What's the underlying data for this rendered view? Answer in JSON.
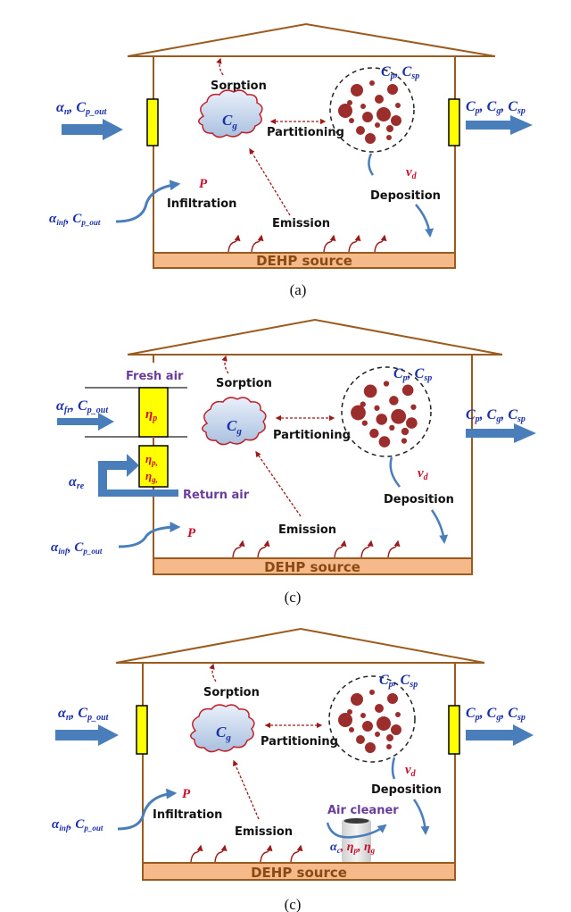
{
  "title": "DEHP indoor fate and transport model schematics",
  "colors": {
    "house_outline": "#9a5b1e",
    "source_fill": "#f5b98a",
    "filter_fill": "#ffff00",
    "airflow_arrow": "#4a7ebb",
    "particle": "#9b2d2d",
    "cloud_stroke": "#c0202a",
    "cloud_fill": "#c9d9ee",
    "symbol_blue": "#1a2fa8",
    "symbol_red": "#c8102e",
    "label_purple": "#6a3d9a"
  },
  "panels": [
    {
      "id": "a",
      "caption": "(a)",
      "inlet_label": {
        "alpha": "α",
        "alpha_sub": "n",
        "c": "C",
        "c_sub": "p_out"
      },
      "outlet_label": "Cp, Cg, Csp",
      "infiltration_label": {
        "alpha": "α",
        "alpha_sub": "inf",
        "c": "C",
        "c_sub": "p_out"
      },
      "labels": {
        "sorption": "Sorption",
        "partitioning": "Partitioning",
        "emission": "Emission",
        "deposition": "Deposition",
        "infiltration": "Infiltration",
        "penetration": "P",
        "gas": "Cg",
        "particle": "Cp, Csp",
        "deposition_velocity": "vd",
        "source": "DEHP source"
      }
    },
    {
      "id": "b",
      "caption": "(c)",
      "inlet_label": {
        "alpha": "α",
        "alpha_sub": "fr",
        "c": "C",
        "c_sub": "p_out"
      },
      "recirc_label": {
        "alpha": "α",
        "alpha_sub": "re"
      },
      "outlet_label": "Cp, Cg, Csp",
      "infiltration_label": {
        "alpha": "α",
        "alpha_sub": "inf",
        "c": "C",
        "c_sub": "p_out"
      },
      "labels": {
        "fresh_air": "Fresh air",
        "return_air": "Return air",
        "fresh_filter": "ηp",
        "return_filter_1": "ηp,",
        "return_filter_2": "ηg,",
        "sorption": "Sorption",
        "partitioning": "Partitioning",
        "emission": "Emission",
        "deposition": "Deposition",
        "penetration": "P",
        "gas": "Cg",
        "particle": "Cp, Csp",
        "deposition_velocity": "vd",
        "source": "DEHP source"
      }
    },
    {
      "id": "c",
      "caption": "(c)",
      "inlet_label": {
        "alpha": "α",
        "alpha_sub": "n",
        "c": "C",
        "c_sub": "p_out"
      },
      "outlet_label": "Cp, Cg, Csp",
      "infiltration_label": {
        "alpha": "α",
        "alpha_sub": "inf",
        "c": "C",
        "c_sub": "p_out"
      },
      "labels": {
        "sorption": "Sorption",
        "partitioning": "Partitioning",
        "emission": "Emission",
        "deposition": "Deposition",
        "infiltration": "Infiltration",
        "penetration": "P",
        "gas": "Cg",
        "particle": "Cp, Csp",
        "deposition_velocity": "vd",
        "air_cleaner": "Air cleaner",
        "cleaner_params": {
          "alpha": "α",
          "alpha_sub": "c",
          "eta_p": "η",
          "eta_p_sub": "p",
          "eta_g": "η",
          "eta_g_sub": "g"
        },
        "source": "DEHP source"
      }
    }
  ]
}
